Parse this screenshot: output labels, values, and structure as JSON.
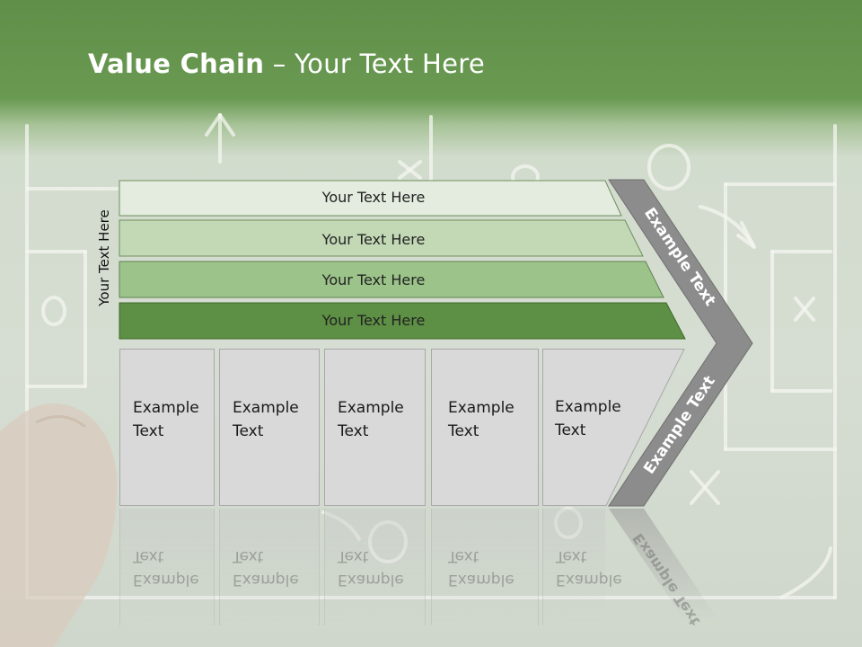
{
  "title": {
    "bold": "Value Chain",
    "rest": " – Your Text Here"
  },
  "vertical_label": "Your Text Here",
  "bands": [
    {
      "label": "Your Text Here",
      "color": "#e3ecdf"
    },
    {
      "label": "Your Text Here",
      "color": "#c3d9b6"
    },
    {
      "label": "Your Text Here",
      "color": "#9cc48a"
    },
    {
      "label": "Your Text Here",
      "color": "#5d8f44"
    }
  ],
  "boxes": [
    {
      "line1": "Example",
      "line2": "Text"
    },
    {
      "line1": "Example",
      "line2": "Text"
    },
    {
      "line1": "Example",
      "line2": "Text"
    },
    {
      "line1": "Example",
      "line2": "Text"
    },
    {
      "line1": "Example",
      "line2": "Text"
    }
  ],
  "chevron": {
    "upper": "Example Text",
    "lower": "Example Text",
    "color": "#8c8c8c"
  },
  "reflection": {
    "line1": "Example",
    "line2": "Text",
    "chevron_text": "Example Text"
  }
}
